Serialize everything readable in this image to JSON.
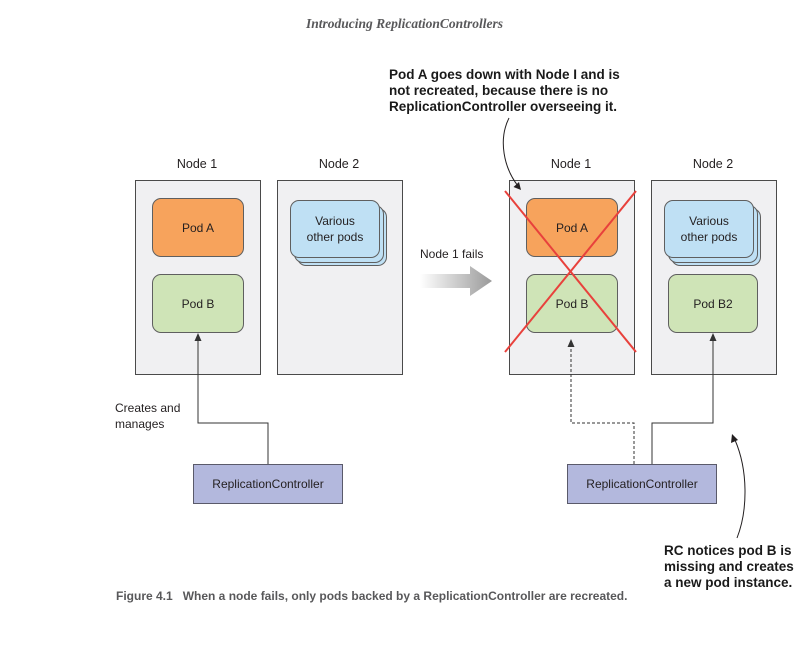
{
  "header": {
    "title": "Introducing ReplicationControllers"
  },
  "left": {
    "node1": {
      "title": "Node 1",
      "pod_a": "Pod A",
      "pod_b": "Pod B"
    },
    "node2": {
      "title": "Node 2",
      "various_line1": "Various",
      "various_line2": "other pods"
    },
    "creates_line1": "Creates and",
    "creates_line2": "manages",
    "rc_label": "ReplicationController"
  },
  "transition": {
    "label": "Node 1 fails"
  },
  "right": {
    "node1": {
      "title": "Node 1",
      "pod_a": "Pod A",
      "pod_b": "Pod B"
    },
    "node2": {
      "title": "Node 2",
      "various_line1": "Various",
      "various_line2": "other pods",
      "pod_b2": "Pod B2"
    },
    "rc_label": "ReplicationController"
  },
  "notes": {
    "top": [
      "Pod A goes down with Node I and is",
      "not recreated, because there is no",
      "ReplicationController overseeing it."
    ],
    "bottom": [
      "RC notices pod B is",
      "missing and creates",
      "a new pod instance."
    ]
  },
  "caption": {
    "figure": "Figure 4.1",
    "text": "When a node fails, only pods backed by a ReplicationController are recreated."
  },
  "colors": {
    "pod_a": "#f7a35c",
    "pod_b": "#cfe4b7",
    "various": "#bfe0f4",
    "rc": "#b3b8dd",
    "node_bg": "#f0f0f2",
    "failure_x": "#e8413c"
  }
}
